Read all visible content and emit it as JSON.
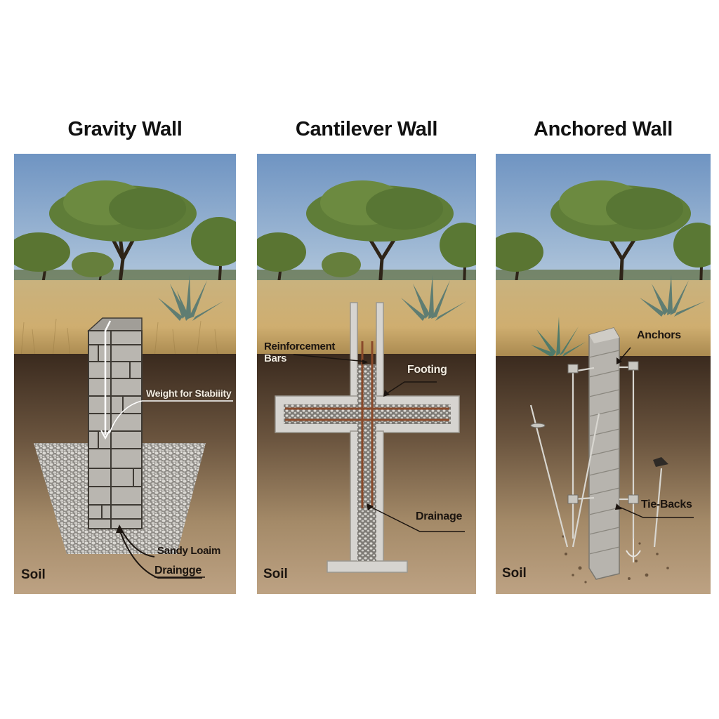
{
  "panels": [
    {
      "id": "gravity",
      "title": "Gravity Wall",
      "labels": {
        "weight": "Weight for Stabiiity",
        "sandy_loam": "Sandy Loaim",
        "drainage": "Draingge",
        "soil": "Soil"
      }
    },
    {
      "id": "cantilever",
      "title": "Cantilever Wall",
      "labels": {
        "reinforcement_line1": "Reinforcement",
        "reinforcement_line2": "Bars",
        "footing": "Footing",
        "drainage": "Drainage",
        "soil": "Soil"
      }
    },
    {
      "id": "anchored",
      "title": "Anchored Wall",
      "labels": {
        "anchors": "Anchors",
        "tie_backs": "Tie-Backs",
        "soil": "Soil"
      }
    }
  ],
  "colors": {
    "sky_top": "#6f94c2",
    "sky_bottom": "#a9c2da",
    "grass": "#cdb078",
    "topsoil": "#3f2f22",
    "subsoil": "#b49b78",
    "stone": "#b9b6b0",
    "concrete": "#d6d4d0",
    "rebar": "#8a4a2a",
    "gravel": "#c9c7c2"
  }
}
